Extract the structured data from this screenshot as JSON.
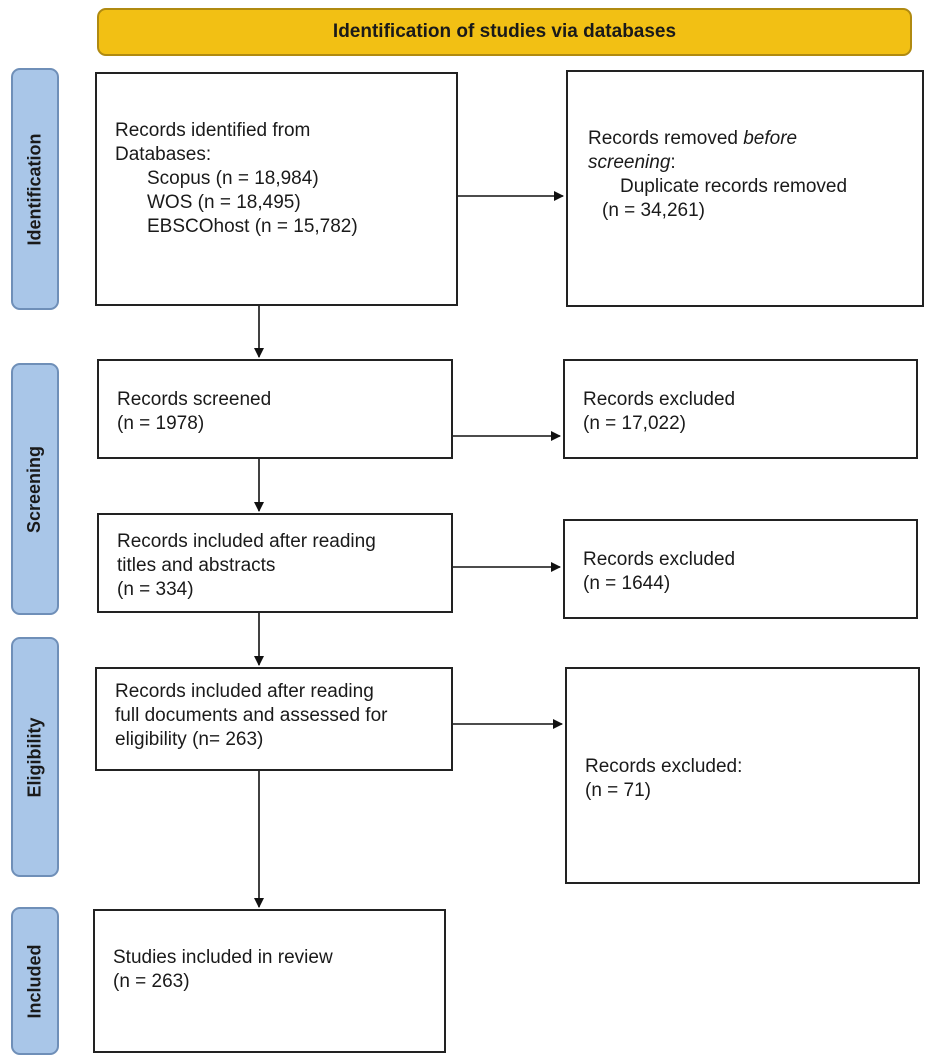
{
  "header": {
    "title": "Identification of studies via databases"
  },
  "stages": {
    "identification": "Identification",
    "screening": "Screening",
    "eligibility": "Eligibility",
    "included": "Included"
  },
  "identified": {
    "line1": "Records identified from",
    "line2": "Databases:",
    "scopus": "Scopus (n = 18,984)",
    "wos": "WOS (n = 18,495)",
    "ebsco": "EBSCOhost (n = 15,782)"
  },
  "removed": {
    "line1_a": "Records removed ",
    "line1_b": "before",
    "line2_a": "screening",
    "line2_b": ":",
    "line3": "Duplicate records removed",
    "line4": "(n = 34,261)"
  },
  "screened": {
    "line1": "Records screened",
    "line2": "(n = 1978)"
  },
  "excluded1": {
    "line1": "Records excluded",
    "line2": "(n = 17,022)"
  },
  "titles": {
    "line1": "Records included after reading",
    "line2": "titles and abstracts",
    "line3": "(n = 334)"
  },
  "excluded2": {
    "line1": "Records excluded",
    "line2": "(n = 1644)"
  },
  "fulltext": {
    "line1": "Records included after reading",
    "line2": "full documents and assessed for",
    "line3": "eligibility (n= 263)"
  },
  "excluded3": {
    "line1": "Records excluded:",
    "line2": "(n = 71)"
  },
  "included": {
    "line1": "Studies included in review",
    "line2": "(n = 263)"
  }
}
